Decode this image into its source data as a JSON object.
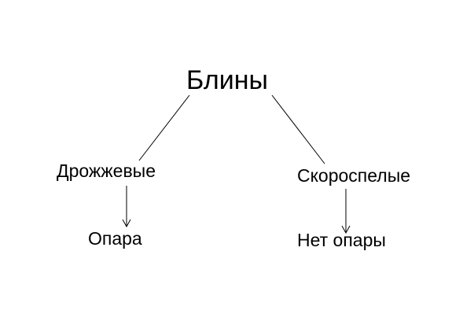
{
  "diagram": {
    "root": "Блины",
    "left": "Дрожжевые",
    "right": "Скороспелые",
    "left_child": "Опара",
    "right_child": "Нет опары"
  },
  "colors": {
    "background": "#ffffff",
    "line": "#000000",
    "text": "#000000"
  }
}
